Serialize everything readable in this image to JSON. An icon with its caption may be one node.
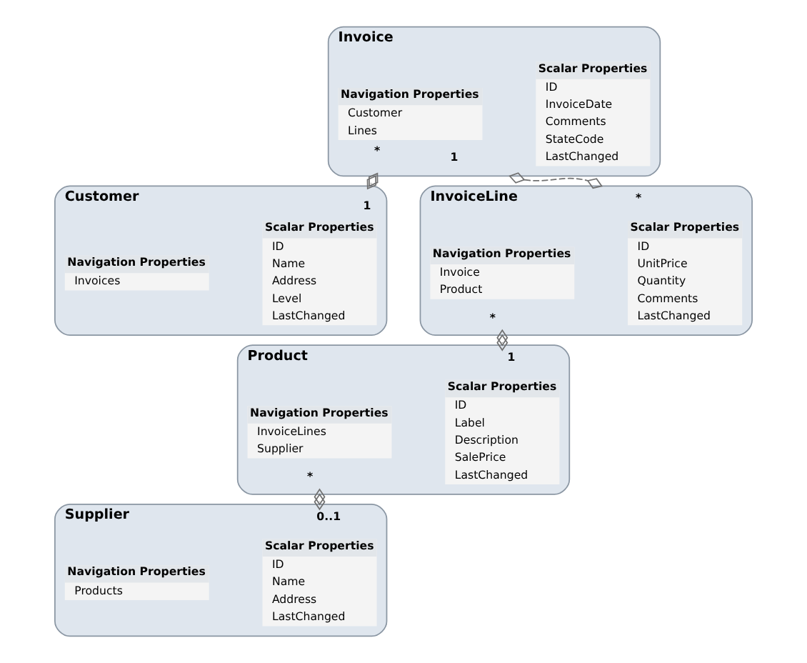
{
  "diagram": {
    "nodes": [
      {
        "text": [
          "Invoice"
        ]
      },
      {
        "text": [
          "Scalar Properties",
          "ID",
          "InvoiceDate",
          "Comments",
          "StateCode",
          "LastChanged"
        ],
        "in": 0
      },
      {
        "text": [
          "Navigation Properties",
          "Customer",
          "Lines"
        ],
        "in": 0
      },
      {
        "text": [
          "Customer"
        ]
      },
      {
        "text": [
          "Scalar Properties",
          "ID",
          "Name",
          "Address",
          "Level",
          "LastChanged"
        ],
        "in": 3
      },
      {
        "text": [
          "Navigation Properties",
          "Invoices"
        ],
        "in": 3
      },
      {
        "text": [
          "InvoiceLine"
        ]
      },
      {
        "text": [
          "Scalar Properties",
          "ID",
          "UnitPrice",
          "Quantity",
          "Comments",
          "LastChanged"
        ],
        "in": 6
      },
      {
        "text": [
          "Navigation Properties",
          "Invoice",
          "Product"
        ],
        "in": 6
      },
      {
        "text": [
          "Product"
        ]
      },
      {
        "text": [
          "Scalar Properties",
          "ID",
          "Label",
          "Description",
          "SalePrice",
          "LastChanged"
        ],
        "in": 9
      },
      {
        "text": [
          "Navigation Properties",
          "InvoiceLines",
          "Supplier"
        ],
        "in": 9
      },
      {
        "text": [
          "Supplier"
        ]
      },
      {
        "text": [
          "Scalar Properties",
          "ID",
          "Name",
          "Address",
          "LastChanged"
        ],
        "in": 12
      },
      {
        "text": [
          "Navigation Properties",
          "Products"
        ],
        "in": 12
      }
    ],
    "edges": [
      {
        "from": 0,
        "to": 3,
        "arrow": "other",
        "style": "dashed"
      },
      {
        "from": 0,
        "to": 6,
        "arrow": "other",
        "style": "dashed"
      },
      {
        "from": 6,
        "to": 9,
        "arrow": "other",
        "style": "dashed"
      },
      {
        "from": 9,
        "to": 12,
        "arrow": "other",
        "style": "dashed"
      }
    ],
    "labels": [
      "*",
      "1",
      "1",
      "*",
      "*",
      "1",
      "*",
      "0..1"
    ]
  }
}
